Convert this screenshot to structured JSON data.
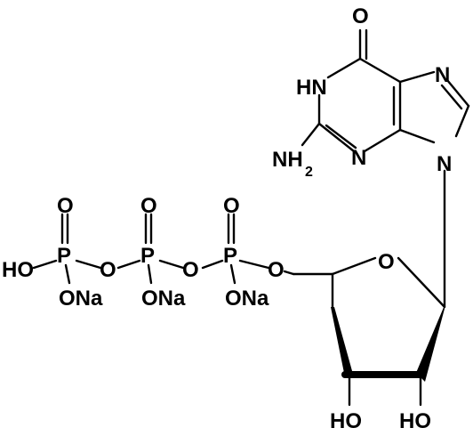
{
  "atoms": {
    "o_carbonyl": "O",
    "nh_ring": "HN",
    "n7": "N",
    "n3": "N",
    "n9": "N",
    "nh2": "NH",
    "nh2_sub": "2",
    "ring_o": "O",
    "ho_3": "HO",
    "ho_2": "HO",
    "o_ester": "O",
    "p1": "P",
    "p2": "P",
    "p3": "P",
    "o_top1": "O",
    "o_top2": "O",
    "o_top3": "O",
    "o_bridge1": "O",
    "o_bridge2": "O",
    "ho_terminal": "HO",
    "ona1": "ONa",
    "ona2": "ONa",
    "ona3": "ONa"
  },
  "colors": {
    "ink": "#000000",
    "background": "#ffffff"
  }
}
